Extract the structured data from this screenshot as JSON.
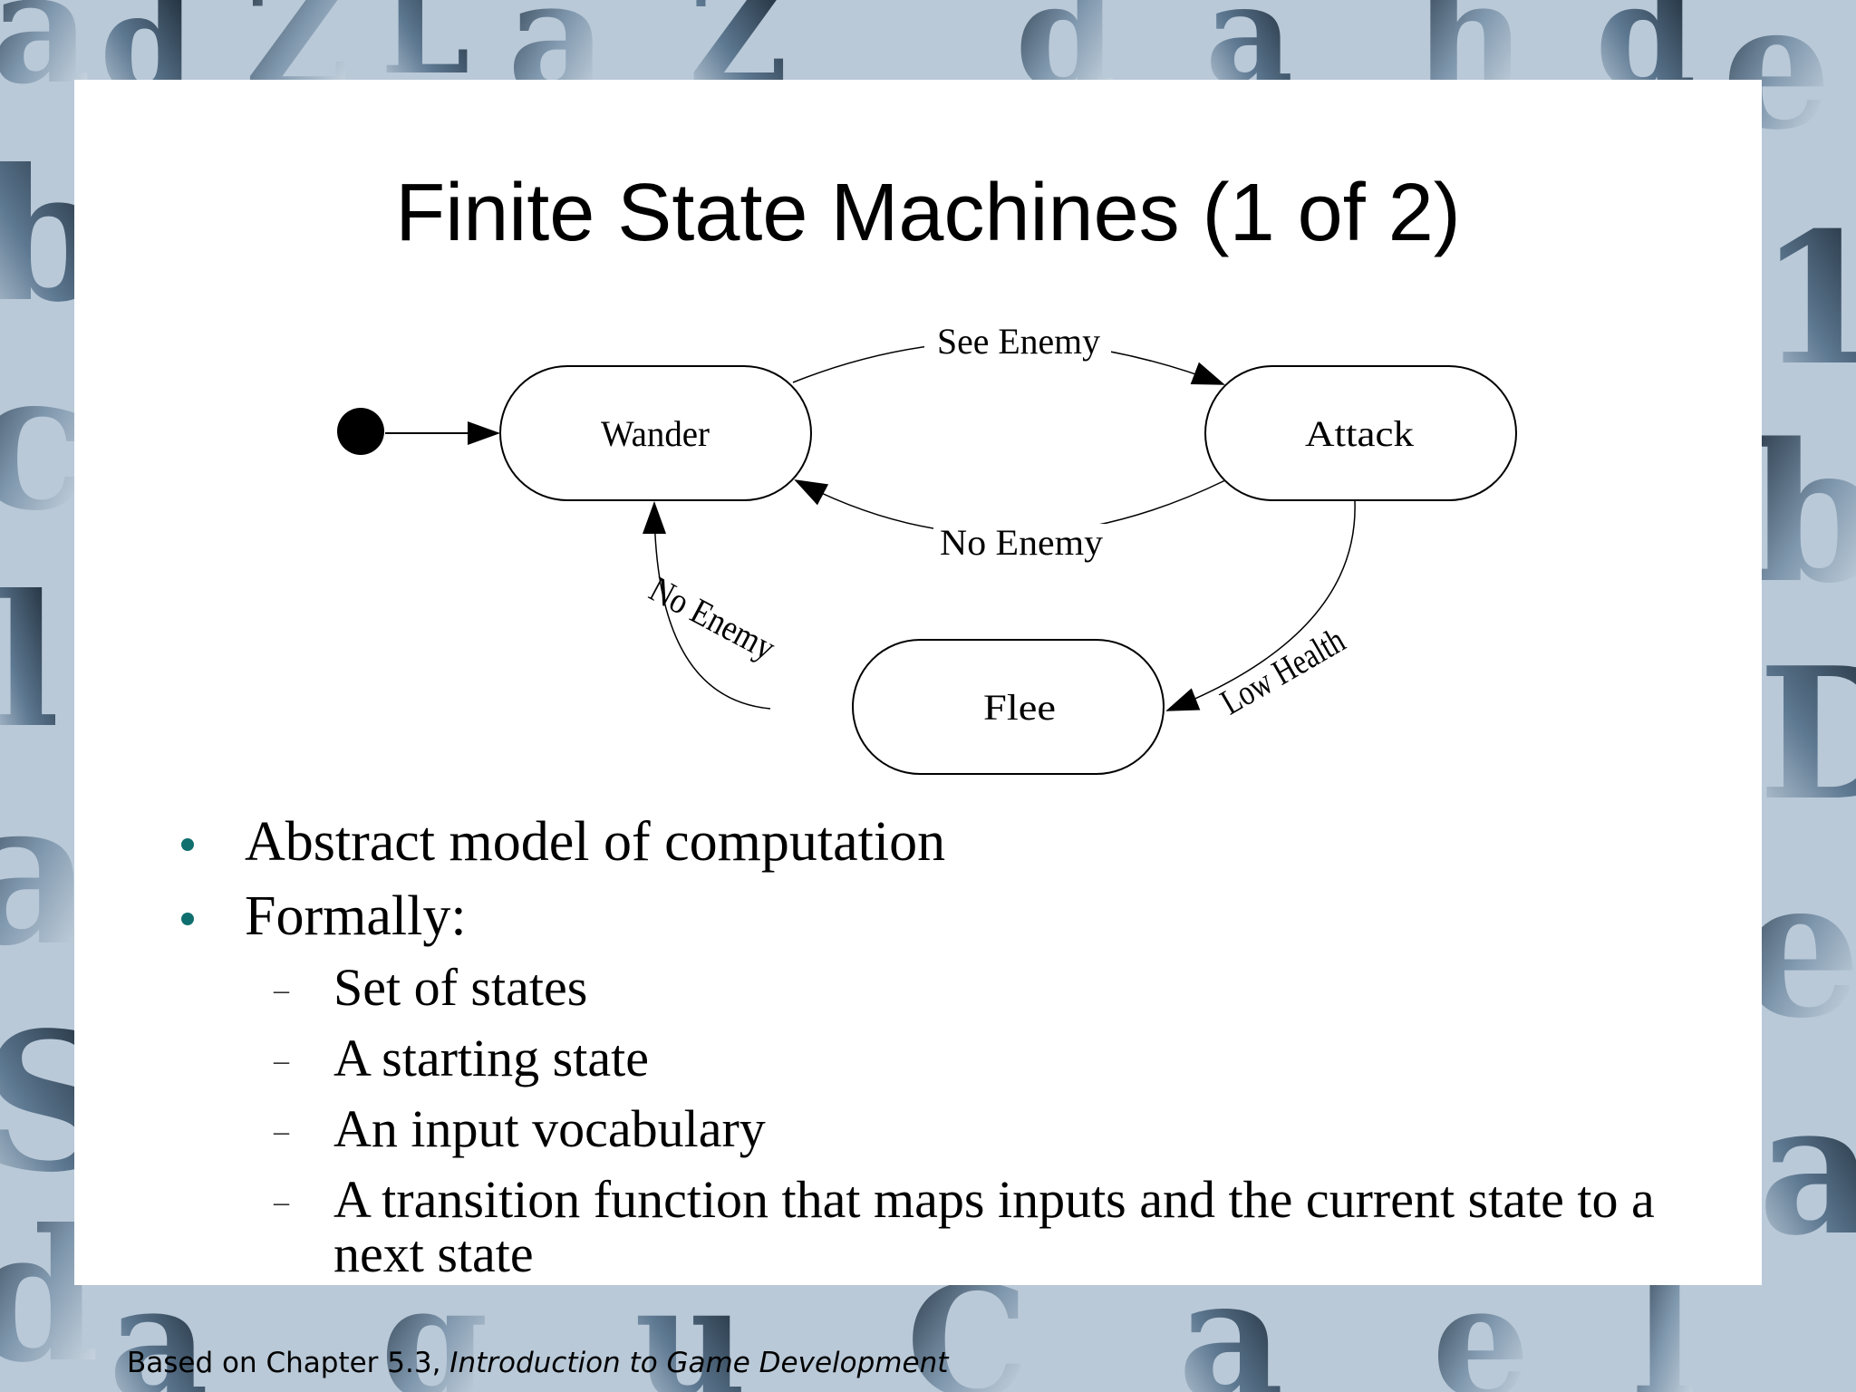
{
  "slide": {
    "title": "Finite State Machines (1 of 2)",
    "footer_prefix": "Based on Chapter 5.3, ",
    "footer_book": "Introduction to Game Development"
  },
  "diagram": {
    "states": {
      "wander": "Wander",
      "attack": "Attack",
      "flee": "Flee"
    },
    "transitions": {
      "see_enemy": "See Enemy",
      "no_enemy_top": "No Enemy",
      "no_enemy_left": "No Enemy",
      "low_health": "Low Health"
    }
  },
  "bullets": [
    {
      "text": "Abstract model of computation"
    },
    {
      "text": "Formally:",
      "sub": [
        "Set of states",
        "A starting state",
        "An input vocabulary",
        "A transition function that maps inputs and the current state to a next state"
      ]
    }
  ]
}
